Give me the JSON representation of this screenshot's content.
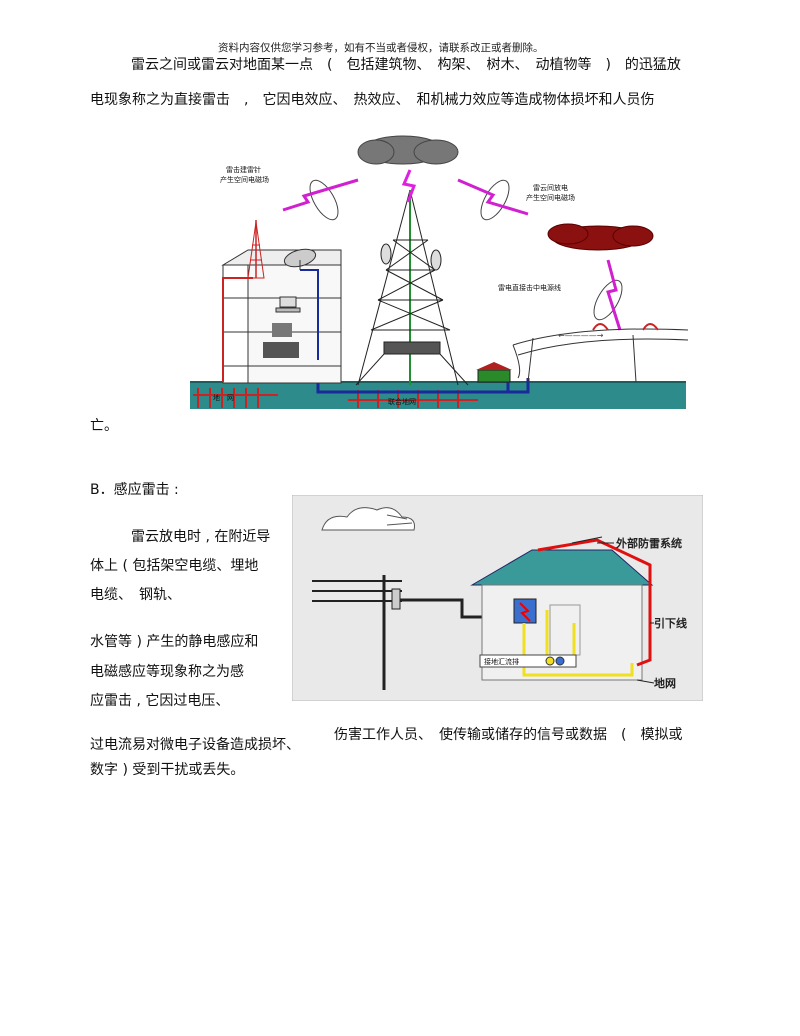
{
  "header_note": "资料内容仅供您学习参考，如有不当或者侵权，请联系改正或者删除。",
  "para1": {
    "line1": "雷云之间或雷云对地面某一点　(　包括建筑物、　构架、　树木、　动植物等　)　的迅猛放",
    "line2": "电现象称之为直接雷击　,　它因电效应、　热效应、　和机械力效应等造成物体损坏和人员伤",
    "line3": "亡。"
  },
  "figure1": {
    "label_tower": "雷击建雷针",
    "label_tower2": "产生空间电磁场",
    "label_cloud": "雷云间放电",
    "label_cloud2": "产生空间电磁场",
    "label_line": "雷电直接击中电源线",
    "label_ground1": "地　网",
    "label_ground2": "联合地网"
  },
  "section_b": {
    "title": "B．感应雷击 :",
    "lines": [
      "雷云放电时 , 在附近导",
      "体上 ( 包括架空电缆、埋地",
      "电缆、　钢轨、",
      "水管等 ) 产生的静电感应和",
      "电磁感应等现象称之为感",
      "应雷击 , 它因过电压、"
    ],
    "cont_right": "伤害工作人员、　使传输或储存的信号或数据　(　模拟或",
    "cont_left": "过电流易对微电子设备造成损坏、",
    "last": "数字 ) 受到干扰或丢失。"
  },
  "figure2": {
    "label_external": "外部防雷系统",
    "label_downlead": "引下线",
    "label_ground": "地网",
    "label_busbar": "接地汇流排"
  }
}
